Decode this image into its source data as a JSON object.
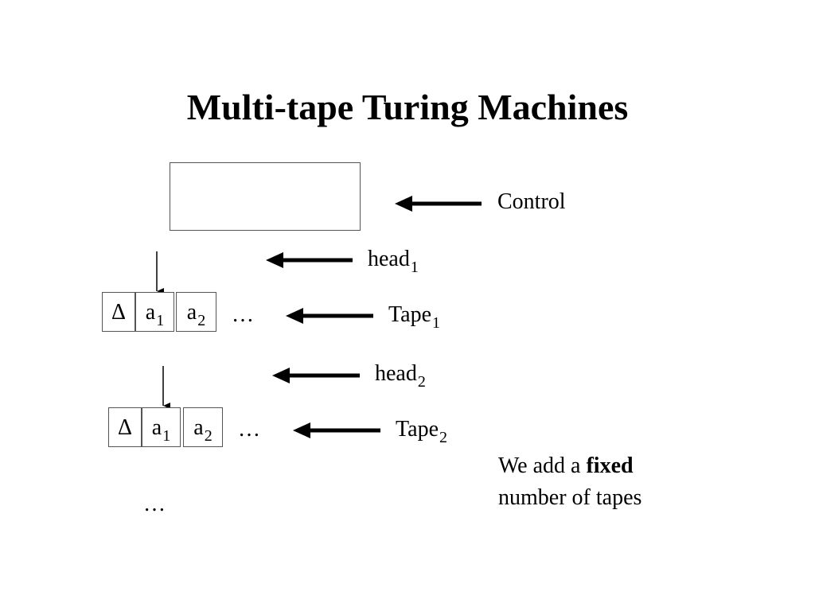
{
  "slide": {
    "title": "Multi-tape Turing Machines",
    "control_label": "Control",
    "tapes": [
      {
        "head_label": "head",
        "head_subscript": "1",
        "tape_label": "Tape",
        "tape_subscript": "1",
        "cells": [
          {
            "symbol": "Δ",
            "subscript": ""
          },
          {
            "symbol": "a",
            "subscript": "1"
          },
          {
            "symbol": "a",
            "subscript": "2"
          }
        ],
        "continuation": "…"
      },
      {
        "head_label": "head",
        "head_subscript": "2",
        "tape_label": "Tape",
        "tape_subscript": "2",
        "cells": [
          {
            "symbol": "Δ",
            "subscript": ""
          },
          {
            "symbol": "a",
            "subscript": "1"
          },
          {
            "symbol": "a",
            "subscript": "2"
          }
        ],
        "continuation": "…"
      }
    ],
    "more_tapes": "…",
    "note": {
      "part1": "We add a ",
      "bold": "fixed",
      "part2": "number of tapes"
    }
  }
}
